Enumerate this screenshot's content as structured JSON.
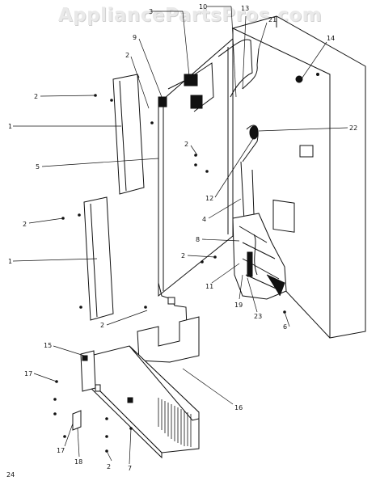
{
  "watermark": "AppliancePartsPros.com",
  "page_number": "24",
  "callouts": {
    "c2a": "2",
    "c2b": "2",
    "c2c": "2",
    "c2d": "2",
    "c2e": "2",
    "c2f": "2",
    "c2g": "2",
    "c1a": "1",
    "c1b": "1",
    "c3": "3",
    "c4": "4",
    "c5": "5",
    "c6": "6",
    "c7": "7",
    "c8": "8",
    "c9": "9",
    "c10": "10",
    "c11": "11",
    "c12": "12",
    "c13": "13",
    "c14": "14",
    "c15": "15",
    "c16": "16",
    "c17a": "17",
    "c17b": "17",
    "c18": "18",
    "c19": "19",
    "c21": "21",
    "c22": "22",
    "c23": "23"
  }
}
